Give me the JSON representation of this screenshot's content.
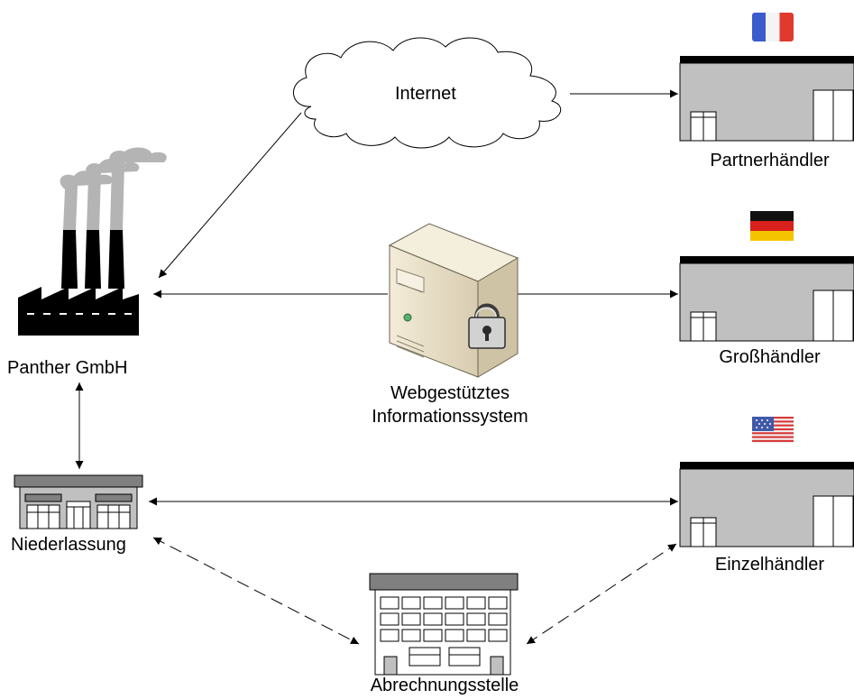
{
  "nodes": {
    "factory": {
      "label": "Panther GmbH"
    },
    "branch": {
      "label": "Niederlassung"
    },
    "billing": {
      "label": "Abrechnungsstelle"
    },
    "server": {
      "label_line1": "Webgestütztes",
      "label_line2": "Informationssystem"
    },
    "cloud": {
      "label": "Internet"
    },
    "partner": {
      "label": "Partnerhändler",
      "flag": "france-flag-icon"
    },
    "wholesale": {
      "label": "Großhändler",
      "flag": "germany-flag-icon"
    },
    "retail": {
      "label": "Einzelhändler",
      "flag": "usa-flag-icon"
    }
  },
  "colors": {
    "building_gray": "#c0c0c0",
    "roof_black": "#000000",
    "smoke_gray": "#b4b4b4",
    "server_beige": "#e6dcc3",
    "lock_shadow": "#e8dcc0"
  }
}
